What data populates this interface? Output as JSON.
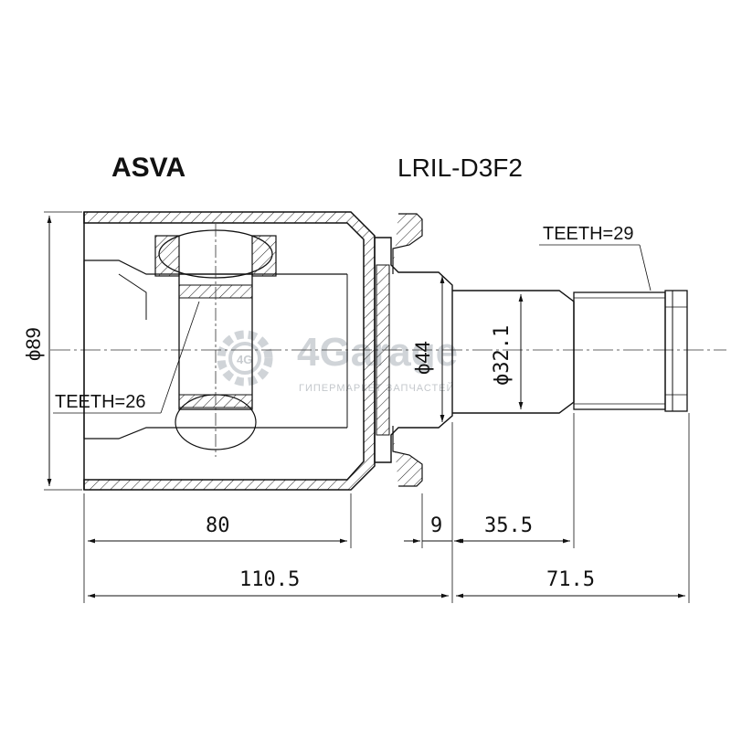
{
  "brand": "ASVA",
  "part_number": "LRIL-D3F2",
  "watermark": {
    "name": "4Garage",
    "tagline": "ГИПЕРМАРКЕТ ЗАПЧАСТЕЙ",
    "badge": "4G"
  },
  "labels": {
    "teeth_inner": "TEETH=26",
    "teeth_outer": "TEETH=29"
  },
  "dimensions": {
    "outer_diameter": "ϕ89",
    "flange_diameter": "ϕ44",
    "shaft_diameter": "ϕ32.1",
    "housing_length": "80",
    "flange_width": "9",
    "shaft_section": "35.5",
    "total_left": "110.5",
    "total_right": "71.5"
  }
}
